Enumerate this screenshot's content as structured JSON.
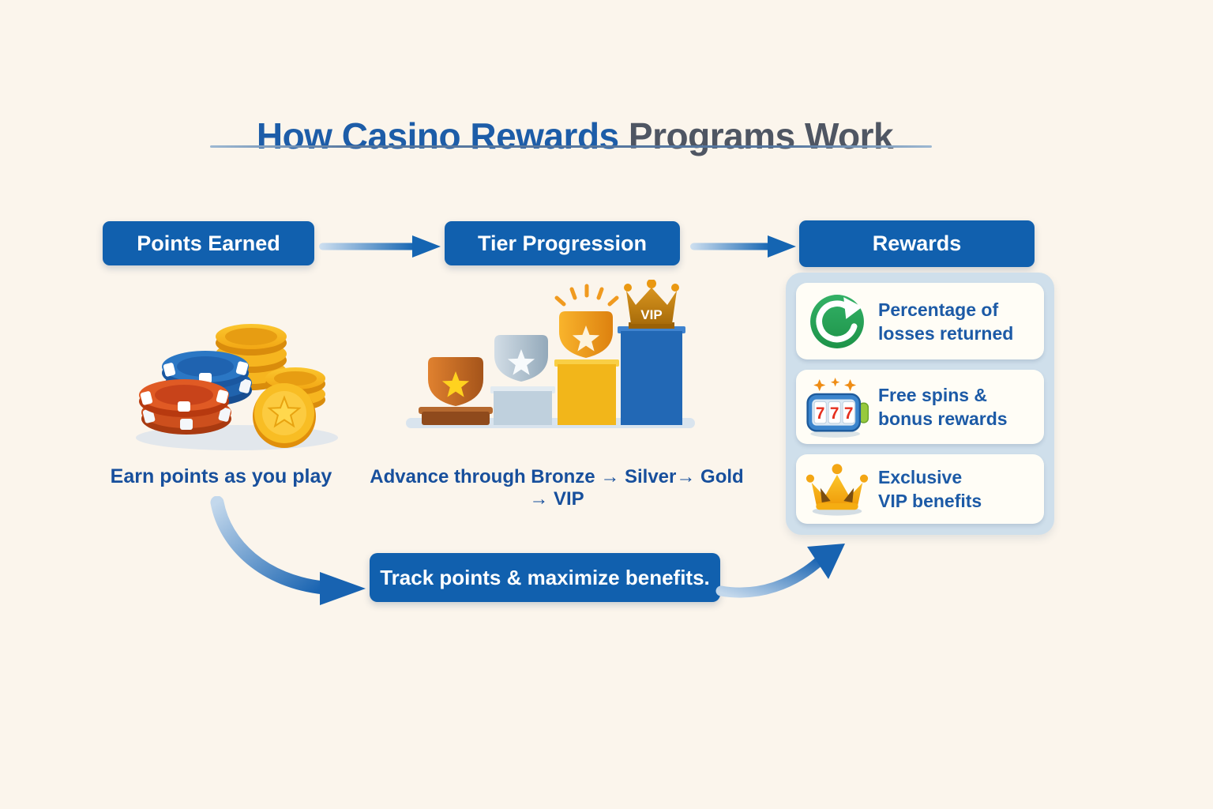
{
  "colors": {
    "background": "#fbf5ec",
    "primary_blue": "#1160ae",
    "title_blue": "#1d5da8",
    "title_gray": "#4f5663",
    "caption_blue": "#174f9c",
    "panel_bg": "#cfdfeb",
    "card_bg": "#fffdf6",
    "green_icon": "#25a85a",
    "gold": "#f5b31b",
    "bronze": "#c2641c",
    "silver": "#b4c6d4"
  },
  "title": {
    "highlight": "How Casino Rewards",
    "rest": " Programs Work"
  },
  "flow": {
    "step1": {
      "label": "Points Earned",
      "caption": "Earn points as you play"
    },
    "step2": {
      "label": "Tier Progression",
      "caption": "Advance through Bronze → Silver→ Gold → VIP"
    },
    "step3": {
      "label": "Rewards"
    }
  },
  "tier_podium": {
    "vip_label": "VIP",
    "tiers": [
      "Bronze",
      "Silver",
      "Gold",
      "VIP"
    ]
  },
  "slot_machine": {
    "digits": [
      "7",
      "7",
      "7"
    ]
  },
  "rewards": {
    "items": [
      {
        "icon": "cashback-icon",
        "line1": "Percentage of",
        "line2": "losses returned"
      },
      {
        "icon": "slot-machine-icon",
        "line1": "Free spins &",
        "line2": "bonus rewards"
      },
      {
        "icon": "crown-icon",
        "line1": "Exclusive",
        "line2": "VIP benefits"
      }
    ]
  },
  "banner": {
    "label": "Track points & maximize benefits."
  },
  "decorations": {
    "icons": [
      "arrow-right-icon",
      "curved-arrow-icon",
      "casino-chips-illustration",
      "tier-podium-illustration"
    ]
  }
}
